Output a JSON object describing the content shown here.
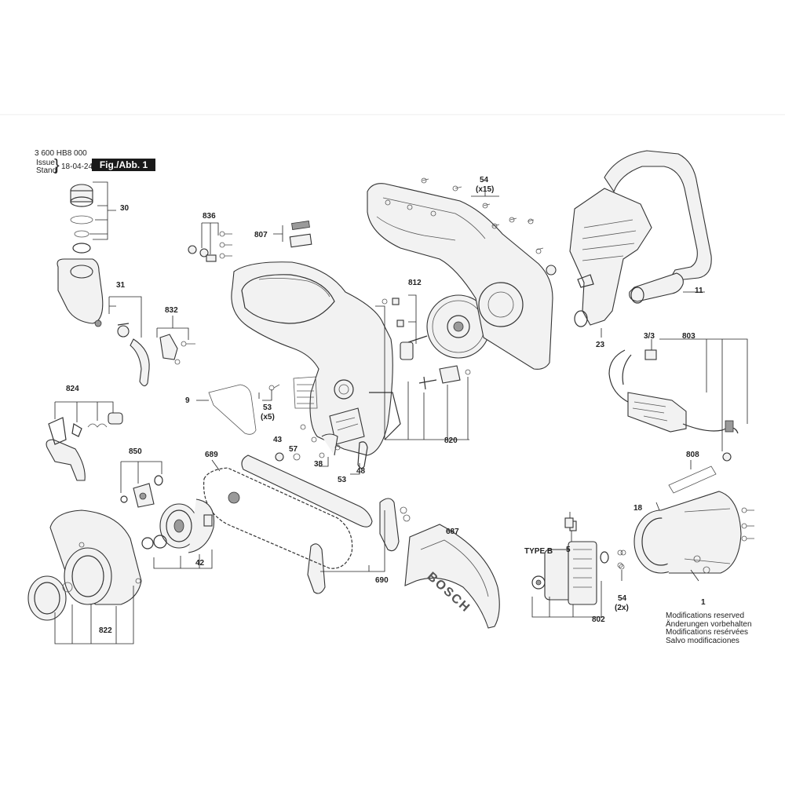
{
  "header": {
    "doc_number": "3 600 HB8 000",
    "issue_label": "Issue",
    "stand_label": "Stand",
    "issue_date": "18-04-24",
    "figure_label": "Fig./Abb. 1"
  },
  "brand": "BOSCH",
  "labels": {
    "p30": "30",
    "p31": "31",
    "p836": "836",
    "p807": "807",
    "p832": "832",
    "p54a": "54",
    "p54a_qty": "(x15)",
    "p812": "812",
    "p11": "11",
    "p23": "23",
    "p3_3": "3/3",
    "p803": "803",
    "p824": "824",
    "p9": "9",
    "p53a": "53",
    "p53a_qty": "(x5)",
    "p43": "43",
    "p57": "57",
    "p38": "38",
    "p53b": "53",
    "p48": "48",
    "p820": "820",
    "p850": "850",
    "p689": "689",
    "p808": "808",
    "p18": "18",
    "p687": "687",
    "p42": "42",
    "p690": "690",
    "type_b": "TYPE B",
    "p5": "5",
    "p54b": "54",
    "p54b_qty": "(2x)",
    "p1": "1",
    "p802": "802",
    "p822": "822"
  },
  "notes": [
    "Modifications reserved",
    "Änderungen vorbehalten",
    "Modifications resérvées",
    "Salvo modificaciones"
  ]
}
